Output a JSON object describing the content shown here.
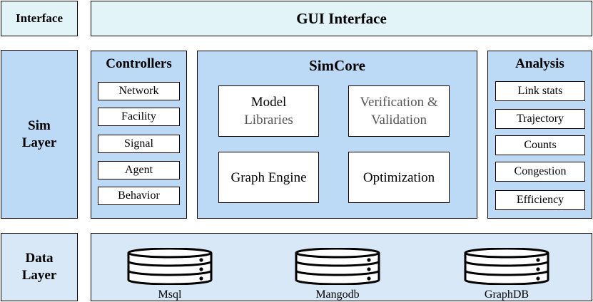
{
  "layers": {
    "interface": "Interface",
    "sim_line1": "Sim",
    "sim_line2": "Layer",
    "data_line1": "Data",
    "data_line2": "Layer"
  },
  "gui": {
    "title": "GUI Interface"
  },
  "controllers": {
    "title": "Controllers",
    "items": [
      "Network",
      "Facility",
      "Signal",
      "Agent",
      "Behavior"
    ]
  },
  "simcore": {
    "title": "SimCore",
    "model_line1": "Model",
    "model_line2": "Libraries",
    "verification_line1": "Verification &",
    "verification_line2": "Validation",
    "graph_engine": "Graph Engine",
    "optimization": "Optimization"
  },
  "analysis": {
    "title": "Analysis",
    "items": [
      "Link stats",
      "Trajectory",
      "Counts",
      "Congestion",
      "Efficiency"
    ]
  },
  "databases": [
    "Msql",
    "Mangodb",
    "GraphDB"
  ]
}
